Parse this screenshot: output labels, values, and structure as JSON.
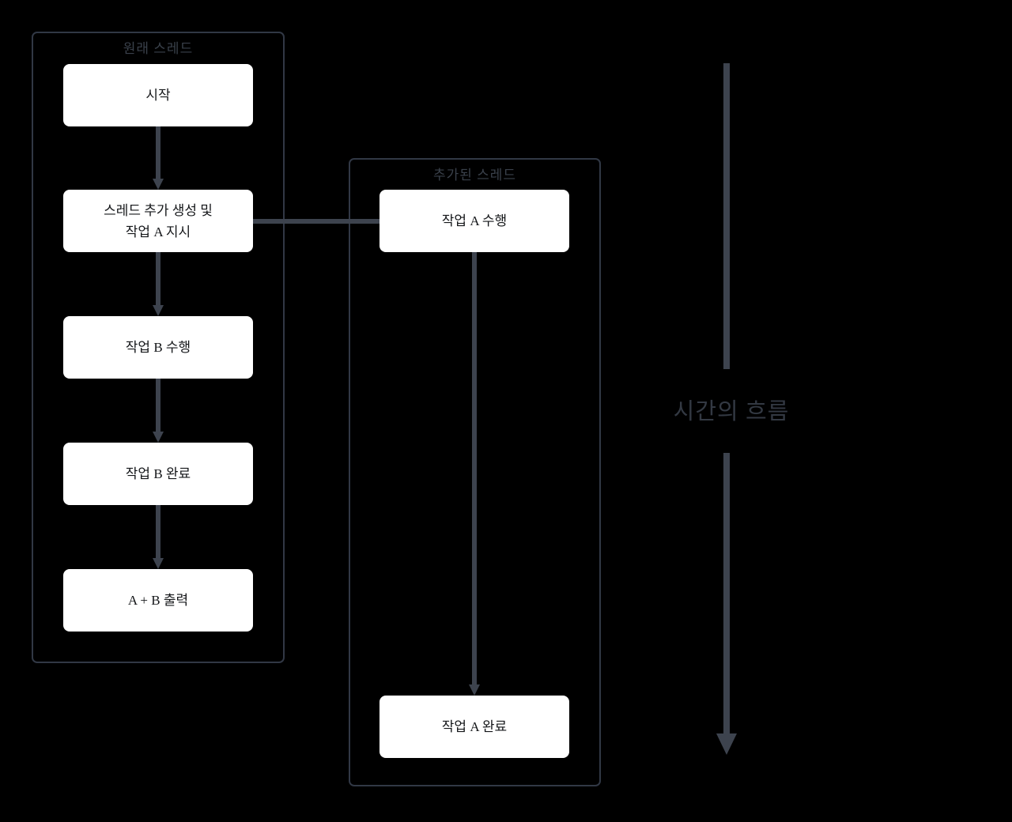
{
  "colors": {
    "bg": "#000000",
    "box-bg": "#ffffff",
    "box-text": "#15171a",
    "frame-border": "#313845",
    "frame-title": "#3a414b",
    "arrow": "#3d434e",
    "timeline-label": "#333943"
  },
  "diagram": {
    "original_thread": {
      "title": "원래 스레드",
      "nodes": [
        {
          "label": "시작"
        },
        {
          "lines": [
            "스레드 추가 생성 및",
            "작업 A 지시"
          ]
        },
        {
          "label": "작업 B 수행"
        },
        {
          "label": "작업 B 완료"
        },
        {
          "label": "A + B 출력"
        }
      ]
    },
    "added_thread": {
      "title": "추가된 스레드",
      "nodes": [
        {
          "label": "작업 A 수행"
        },
        {
          "label": "작업 A 완료"
        }
      ]
    },
    "timeline": {
      "label": "시간의 흐름"
    }
  }
}
